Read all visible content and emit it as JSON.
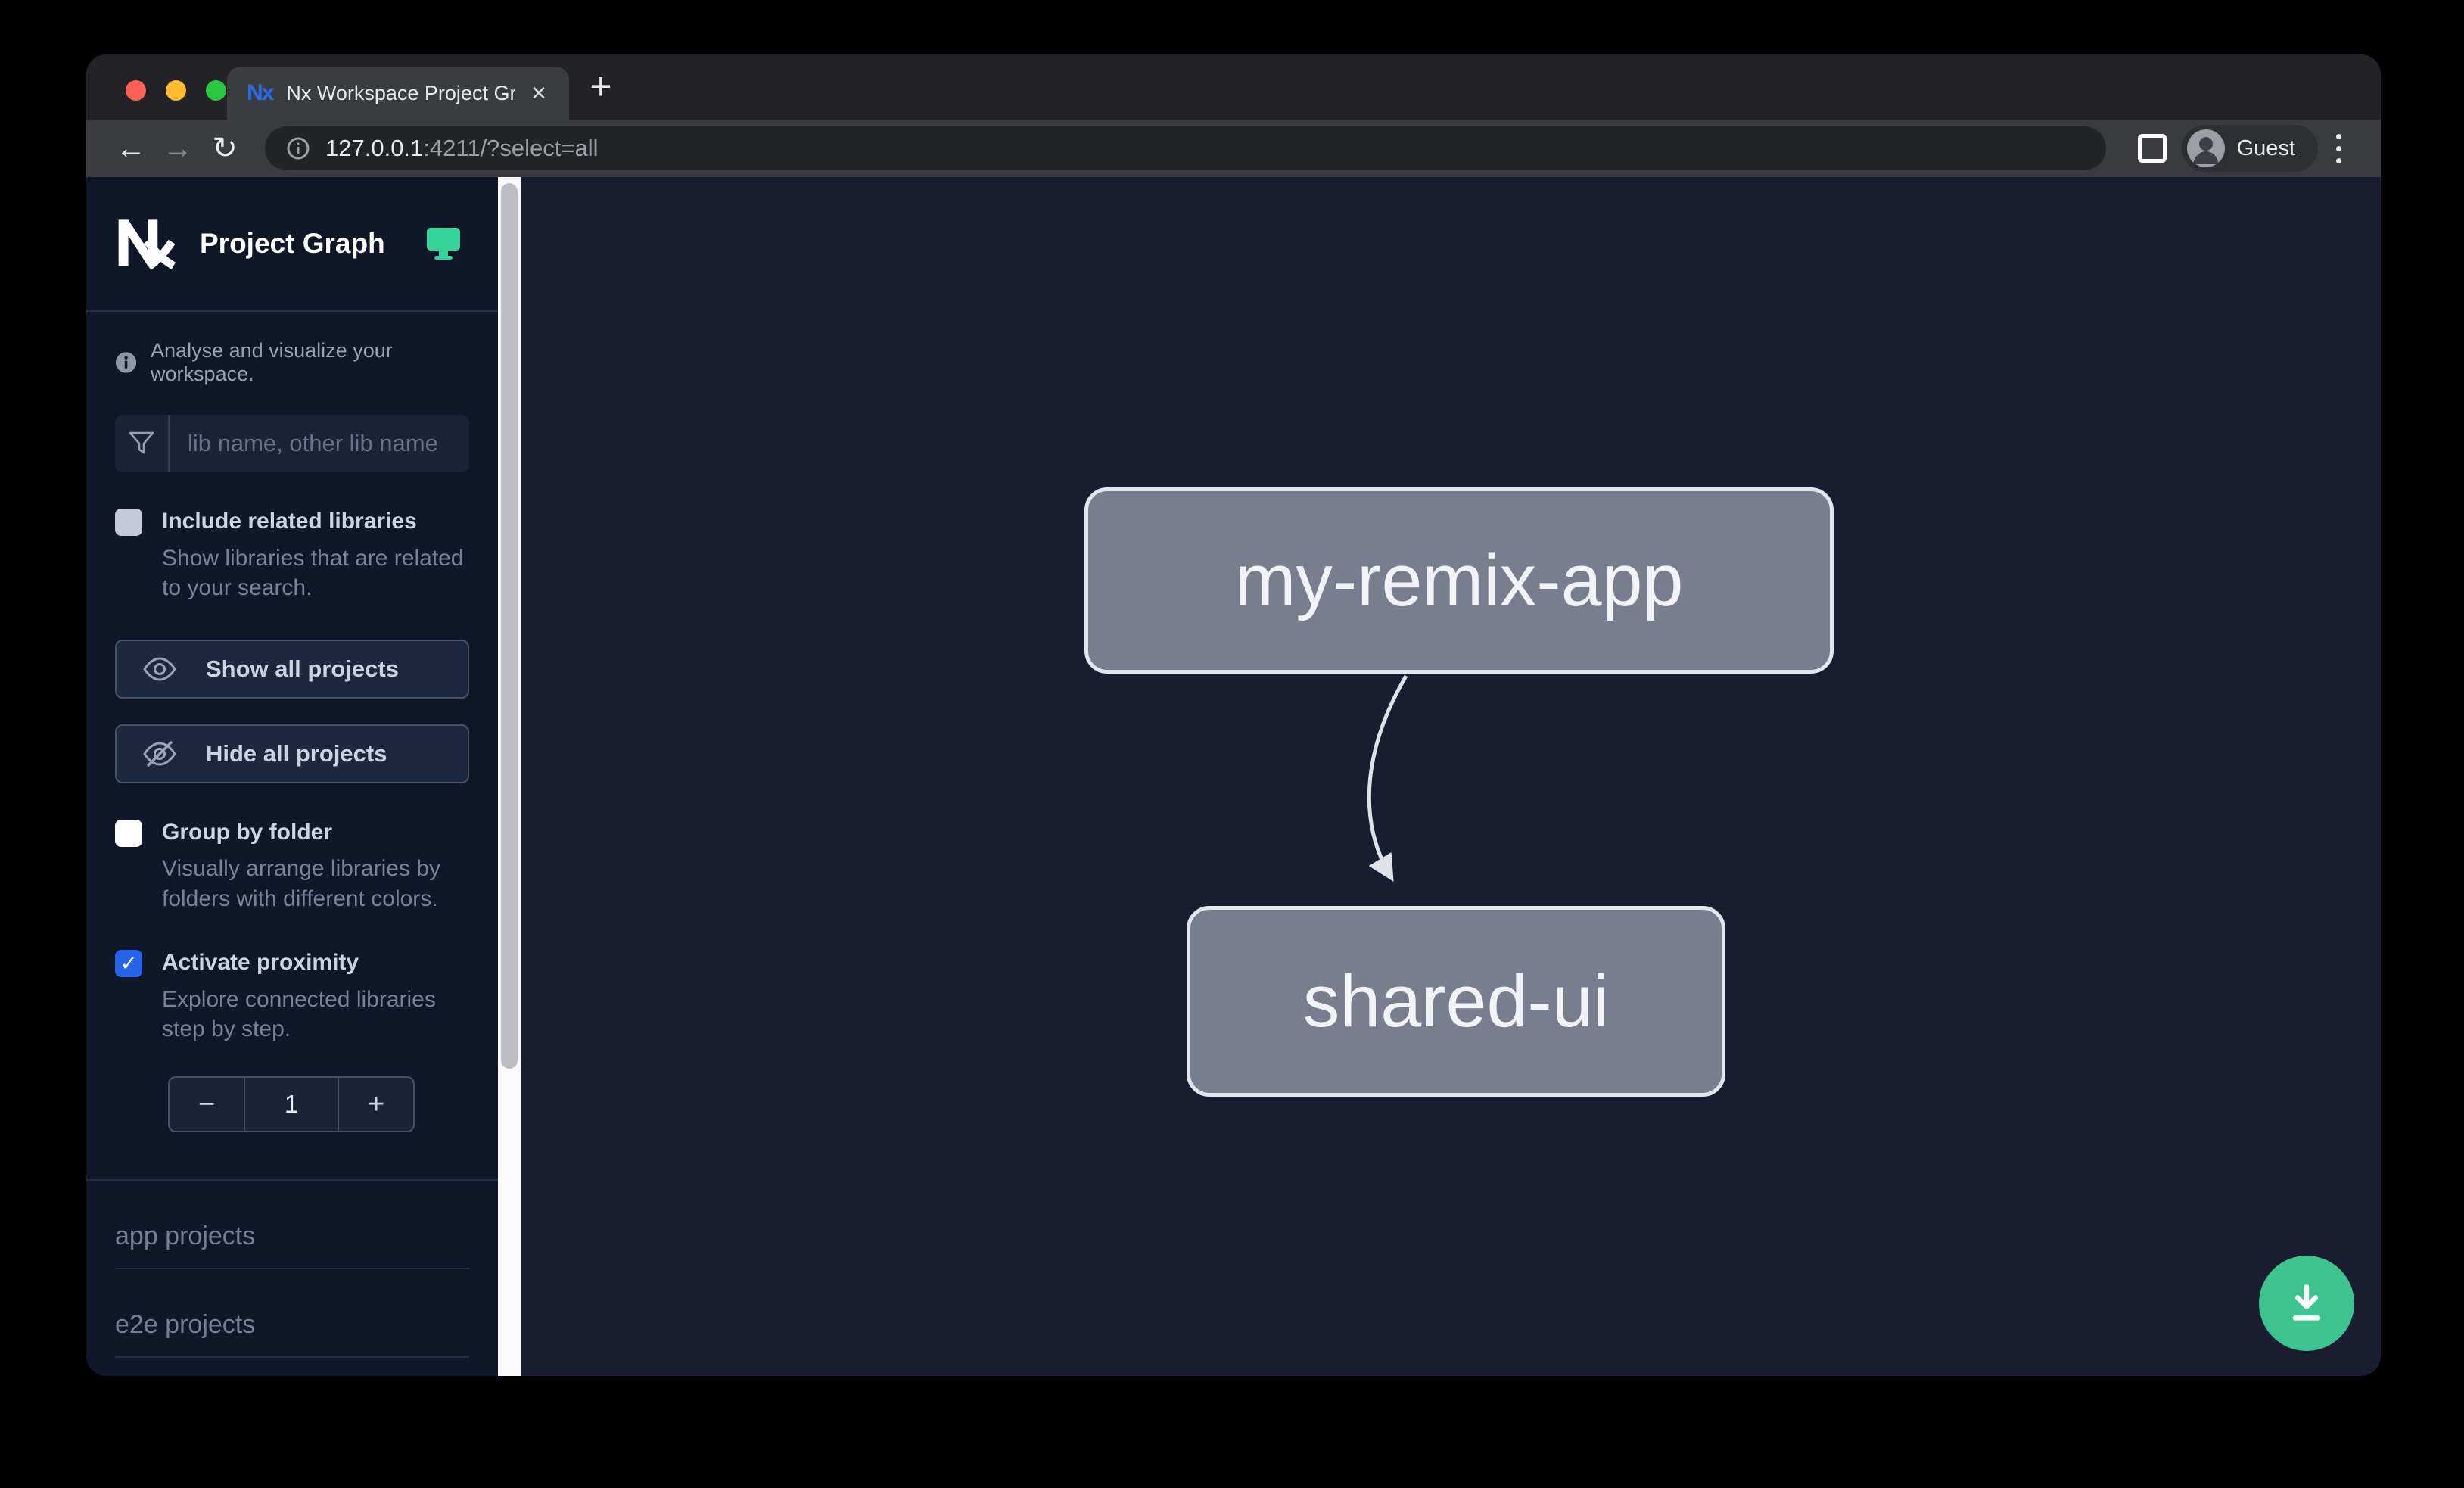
{
  "browser": {
    "tab_title": "Nx Workspace Project Graph",
    "favicon_text": "Nx",
    "close_glyph": "×",
    "new_tab_glyph": "+",
    "back_glyph": "←",
    "forward_glyph": "→",
    "reload_glyph": "↻",
    "url_host": "127.0.0.1",
    "url_rest": ":4211/?select=all",
    "profile_label": "Guest"
  },
  "sidebar": {
    "title": "Project Graph",
    "tagline": "Analyse and visualize your workspace.",
    "filter_placeholder": "lib name, other lib name",
    "include_related": {
      "label": "Include related libraries",
      "desc": "Show libraries that are related to your search.",
      "checked": false
    },
    "show_all_label": "Show all projects",
    "hide_all_label": "Hide all projects",
    "group_by_folder": {
      "label": "Group by folder",
      "desc": "Visually arrange libraries by folders with different colors.",
      "checked": false
    },
    "activate_proximity": {
      "label": "Activate proximity",
      "desc": "Explore connected libraries step by step.",
      "checked": true,
      "check_glyph": "✓"
    },
    "proximity_stepper": {
      "decrement": "−",
      "value": "1",
      "increment": "+"
    },
    "sections": [
      {
        "label": "app projects"
      },
      {
        "label": "e2e projects"
      }
    ]
  },
  "graph": {
    "nodes": [
      {
        "label": "my-remix-app"
      },
      {
        "label": "shared-ui"
      }
    ],
    "edges": [
      {
        "from": "my-remix-app",
        "to": "shared-ui"
      }
    ]
  },
  "colors": {
    "accent_green": "#3ec28f",
    "logo_green": "#34d399",
    "checkbox_blue": "#2563eb",
    "node_fill": "#797e8e",
    "canvas_bg": "#181d30",
    "sidebar_bg": "#101729"
  }
}
